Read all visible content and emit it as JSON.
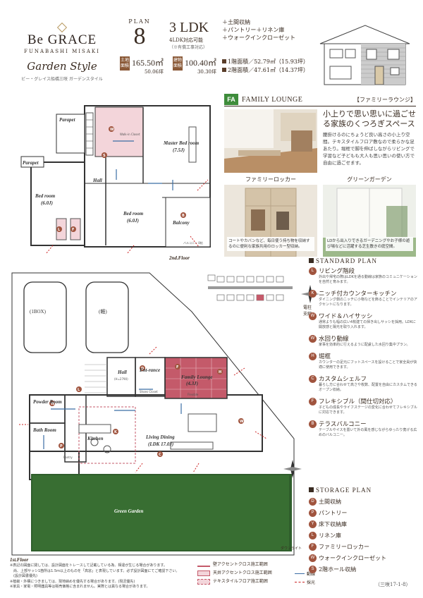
{
  "brand": {
    "name": "Be GRACE",
    "location": "FUNABASHI MISAKI",
    "style": "Garden Style",
    "tagline": "ビー・グレイス船橋三咲 ガーデンスタイル"
  },
  "plan": {
    "label": "PLAN",
    "number": "8"
  },
  "layout": {
    "type": "3 LDK",
    "alt": "4LDK対応可能",
    "note": "（※有償工事対応）"
  },
  "storage_summary": [
    "＋土間収納",
    "＋パントリー＋リネン庫",
    "＋ウォークインクローゼット"
  ],
  "land_area": {
    "label": "土地面積",
    "sqm": "165.50㎡",
    "tsubo": "50.06坪"
  },
  "building_area": {
    "label": "建物面積",
    "sqm": "100.40㎡",
    "tsubo": "30.30坪"
  },
  "floor_areas": [
    "1階面積／52.79㎡（15.93坪）",
    "2階面積／47.61㎡（14.37坪）"
  ],
  "feature": {
    "badge": "FA",
    "name": "FAMILY LOUNGE",
    "jp": "【ファミリーラウンジ】",
    "title": "小上りで思い思いに過ごせる家族のくつろぎスペース",
    "desc": "腰掛けるのにちょうど良い高さの小上り空間。テキスタイルフロア敷なので柔らかな足あたり。堀框で脚を伸ばしながらリビングで学習など子どもも大人も思い思いの使い方で自由に過ごせます。",
    "locker_title": "ファミリーロッカー",
    "locker_cap": "コートやカバンなど、毎日使う持ち物を収納するのに便利な家族共用のロッカー型収納。",
    "garden_title": "グリーンガーデン",
    "garden_cap": "LDから出入りできるガーデニングやお子様の遊び場などに活躍する芝生敷きの庭空間。"
  },
  "standard_plan": {
    "title": "STANDARD PLAN",
    "items": [
      {
        "code": "L",
        "title": "リビング階段",
        "desc": "外出や帰宅の際はLDKを通る動線は家族のコミュニケーションを自然と育みます。"
      },
      {
        "code": "K",
        "title": "ニッチ付カウンターキッチン",
        "desc": "ダイニング側のニッチに小物などを飾ることでインテリアのアクセントになります。"
      },
      {
        "code": "W",
        "title": "ワイド＆ハイサッシ",
        "desc": "通常よりも幅の広い4枚建ての掃き出しサッシを採用。LDKに開放感と陽光を取り入れます。"
      },
      {
        "code": "W",
        "title": "水回り動線",
        "desc": "家事を効率的に行えるように配慮した水回り集中プラン。"
      },
      {
        "code": "H",
        "title": "堀框",
        "desc": "カウンターの足元にフットスペースを設けることで家全員が快適に使用できます。"
      },
      {
        "code": "C",
        "title": "カスタムシェルフ",
        "desc": "暮らし方に合わせて高さや枚数、配置を自由にカスタムできるオープン収納。"
      },
      {
        "code": "F",
        "title": "フレキシブル（間仕切対応）",
        "desc": "子どもの成長やライフステージの変化に合わせてフレキシブルに対応できます。"
      },
      {
        "code": "B",
        "title": "テラスバルコニー",
        "desc": "テーブルやイスを置いて外の風を感じながらゆったり寛げる広めのバルコニー。"
      }
    ]
  },
  "storage_plan": {
    "title": "STORAGE PLAN",
    "items": [
      {
        "code": "D",
        "title": "土間収納"
      },
      {
        "code": "P",
        "title": "パントリー"
      },
      {
        "code": "Y",
        "title": "床下収納庫"
      },
      {
        "code": "L",
        "title": "リネン庫"
      },
      {
        "code": "F",
        "title": "ファミリーロッカー"
      },
      {
        "code": "W",
        "title": "ウォークインクローゼット"
      },
      {
        "code": "S",
        "title": "2階ホール収納"
      }
    ]
  },
  "plan_code": "（三咲17-1-8）",
  "floor2": {
    "label": "2nd.Floor",
    "rooms": {
      "parapet1": "Parapet",
      "parapet2": "Parapet",
      "wic": "Walk-in Closet",
      "master": "Master Bed room",
      "master_size": "(7.5J)",
      "bed1": "Bed room",
      "bed1_size": "(6.0J)",
      "bed2": "Bed room",
      "bed2_size": "(6.0J)",
      "hall": "Hall",
      "balcony": "Balcony",
      "balcony_note": "バルコニー 8帖"
    }
  },
  "floor1": {
    "label": "1st.Floor",
    "rooms": {
      "car1": "(1BOX)",
      "car2": "(軽)",
      "hall": "Hall",
      "hall_h": "(H=2790)",
      "entrance": "Ent-rance",
      "shoes": "Shoes Closet",
      "lounge": "Family Lounge",
      "lounge_size": "(4.3J)",
      "lounge_note": "Flexible",
      "powder": "Powder Room",
      "bath": "Bath Room",
      "kitchen": "Kitchen",
      "living": "Living Dining",
      "living_size": "(LDK 17.0J)",
      "pantry": "Pantry",
      "garden": "Green Garden"
    }
  },
  "notes": [
    "※表記の図面に関しては、設計図面をトレースして記載している為、相違が生じる場合があります。",
    "　尚、上部サッシ1箇所は1.5m以上のものを「高窓」と表現しています。必ず設計図面にてご確認下さい。",
    "　(設計図書優先)",
    "※植栽・外構につきましては、現地納めを優先する場合があります。(現況優先)",
    "※家具・家電・照明器具等は販売価格に含まれません。実際とは異なる場合があります。"
  ],
  "legend": {
    "accent_wall": "壁アクセントクロス施工範囲",
    "ceiling_wall": "天井アクセントクロス施工範囲",
    "textile": "テキスタイルフロア施工範囲",
    "flow": "動線",
    "light": "採光"
  },
  "map": {
    "label_pole": "電柱",
    "label_branch": "支線"
  },
  "compass_note": "ダウンライト",
  "colors": {
    "accent": "#a0543e",
    "brand_brown": "#8b5a38",
    "lounge_green": "#3e8c3b",
    "textile_pink": "#c45a6a",
    "wall_pink": "#f3d5da",
    "garden_green": "#2f5e2c"
  }
}
